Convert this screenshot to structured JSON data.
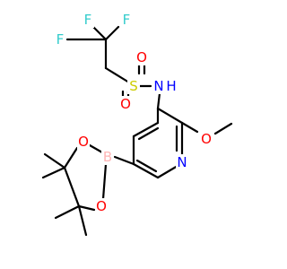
{
  "colors": {
    "bond": "#000000",
    "F": "#33CCCC",
    "S": "#CCCC00",
    "O": "#FF0000",
    "N": "#0000FF",
    "B": "#FFB5B5"
  },
  "atoms": {
    "F1": "F",
    "F2": "F",
    "F3": "F",
    "S": "S",
    "O_s1": "O",
    "O_s2": "O",
    "N_amide": "N",
    "H_amide": "H",
    "O_methoxy": "O",
    "N_pyridine": "N",
    "B": "B",
    "O_ring1": "O",
    "O_ring2": "O"
  }
}
